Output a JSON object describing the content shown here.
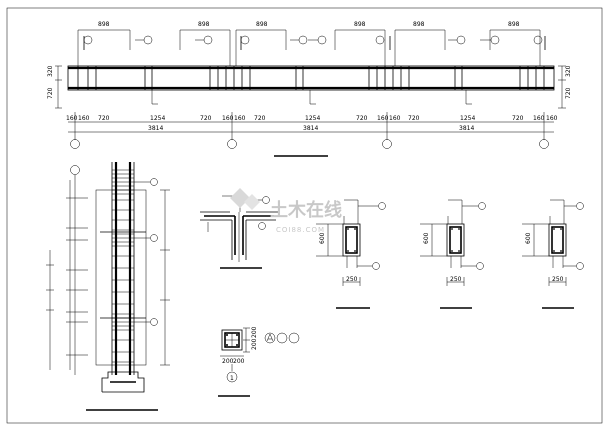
{
  "beam_elevation": {
    "top_dims": [
      "898",
      "898",
      "898",
      "898",
      "898",
      "898"
    ],
    "left_dims": [
      "320",
      "720"
    ],
    "right_dims": [
      "320",
      "720"
    ],
    "bottom_dims_row1": [
      "160",
      "160",
      "720",
      "1254",
      "720",
      "160",
      "160",
      "720",
      "1254",
      "720",
      "160",
      "160",
      "720",
      "1254",
      "720",
      "160",
      "160"
    ],
    "bottom_dims_row2": [
      "3814",
      "3814",
      "3814"
    ]
  },
  "section_dims": {
    "height_1": "600",
    "width_1": "250",
    "height_2": "600",
    "width_2": "250",
    "height_3": "600",
    "width_3": "250"
  },
  "column_detail": {
    "dims": [
      "200",
      "200",
      "200",
      "200"
    ],
    "axis_label": "1"
  },
  "watermark": {
    "logo_text": "土木在线",
    "logo_sub": "COI88.COM"
  }
}
